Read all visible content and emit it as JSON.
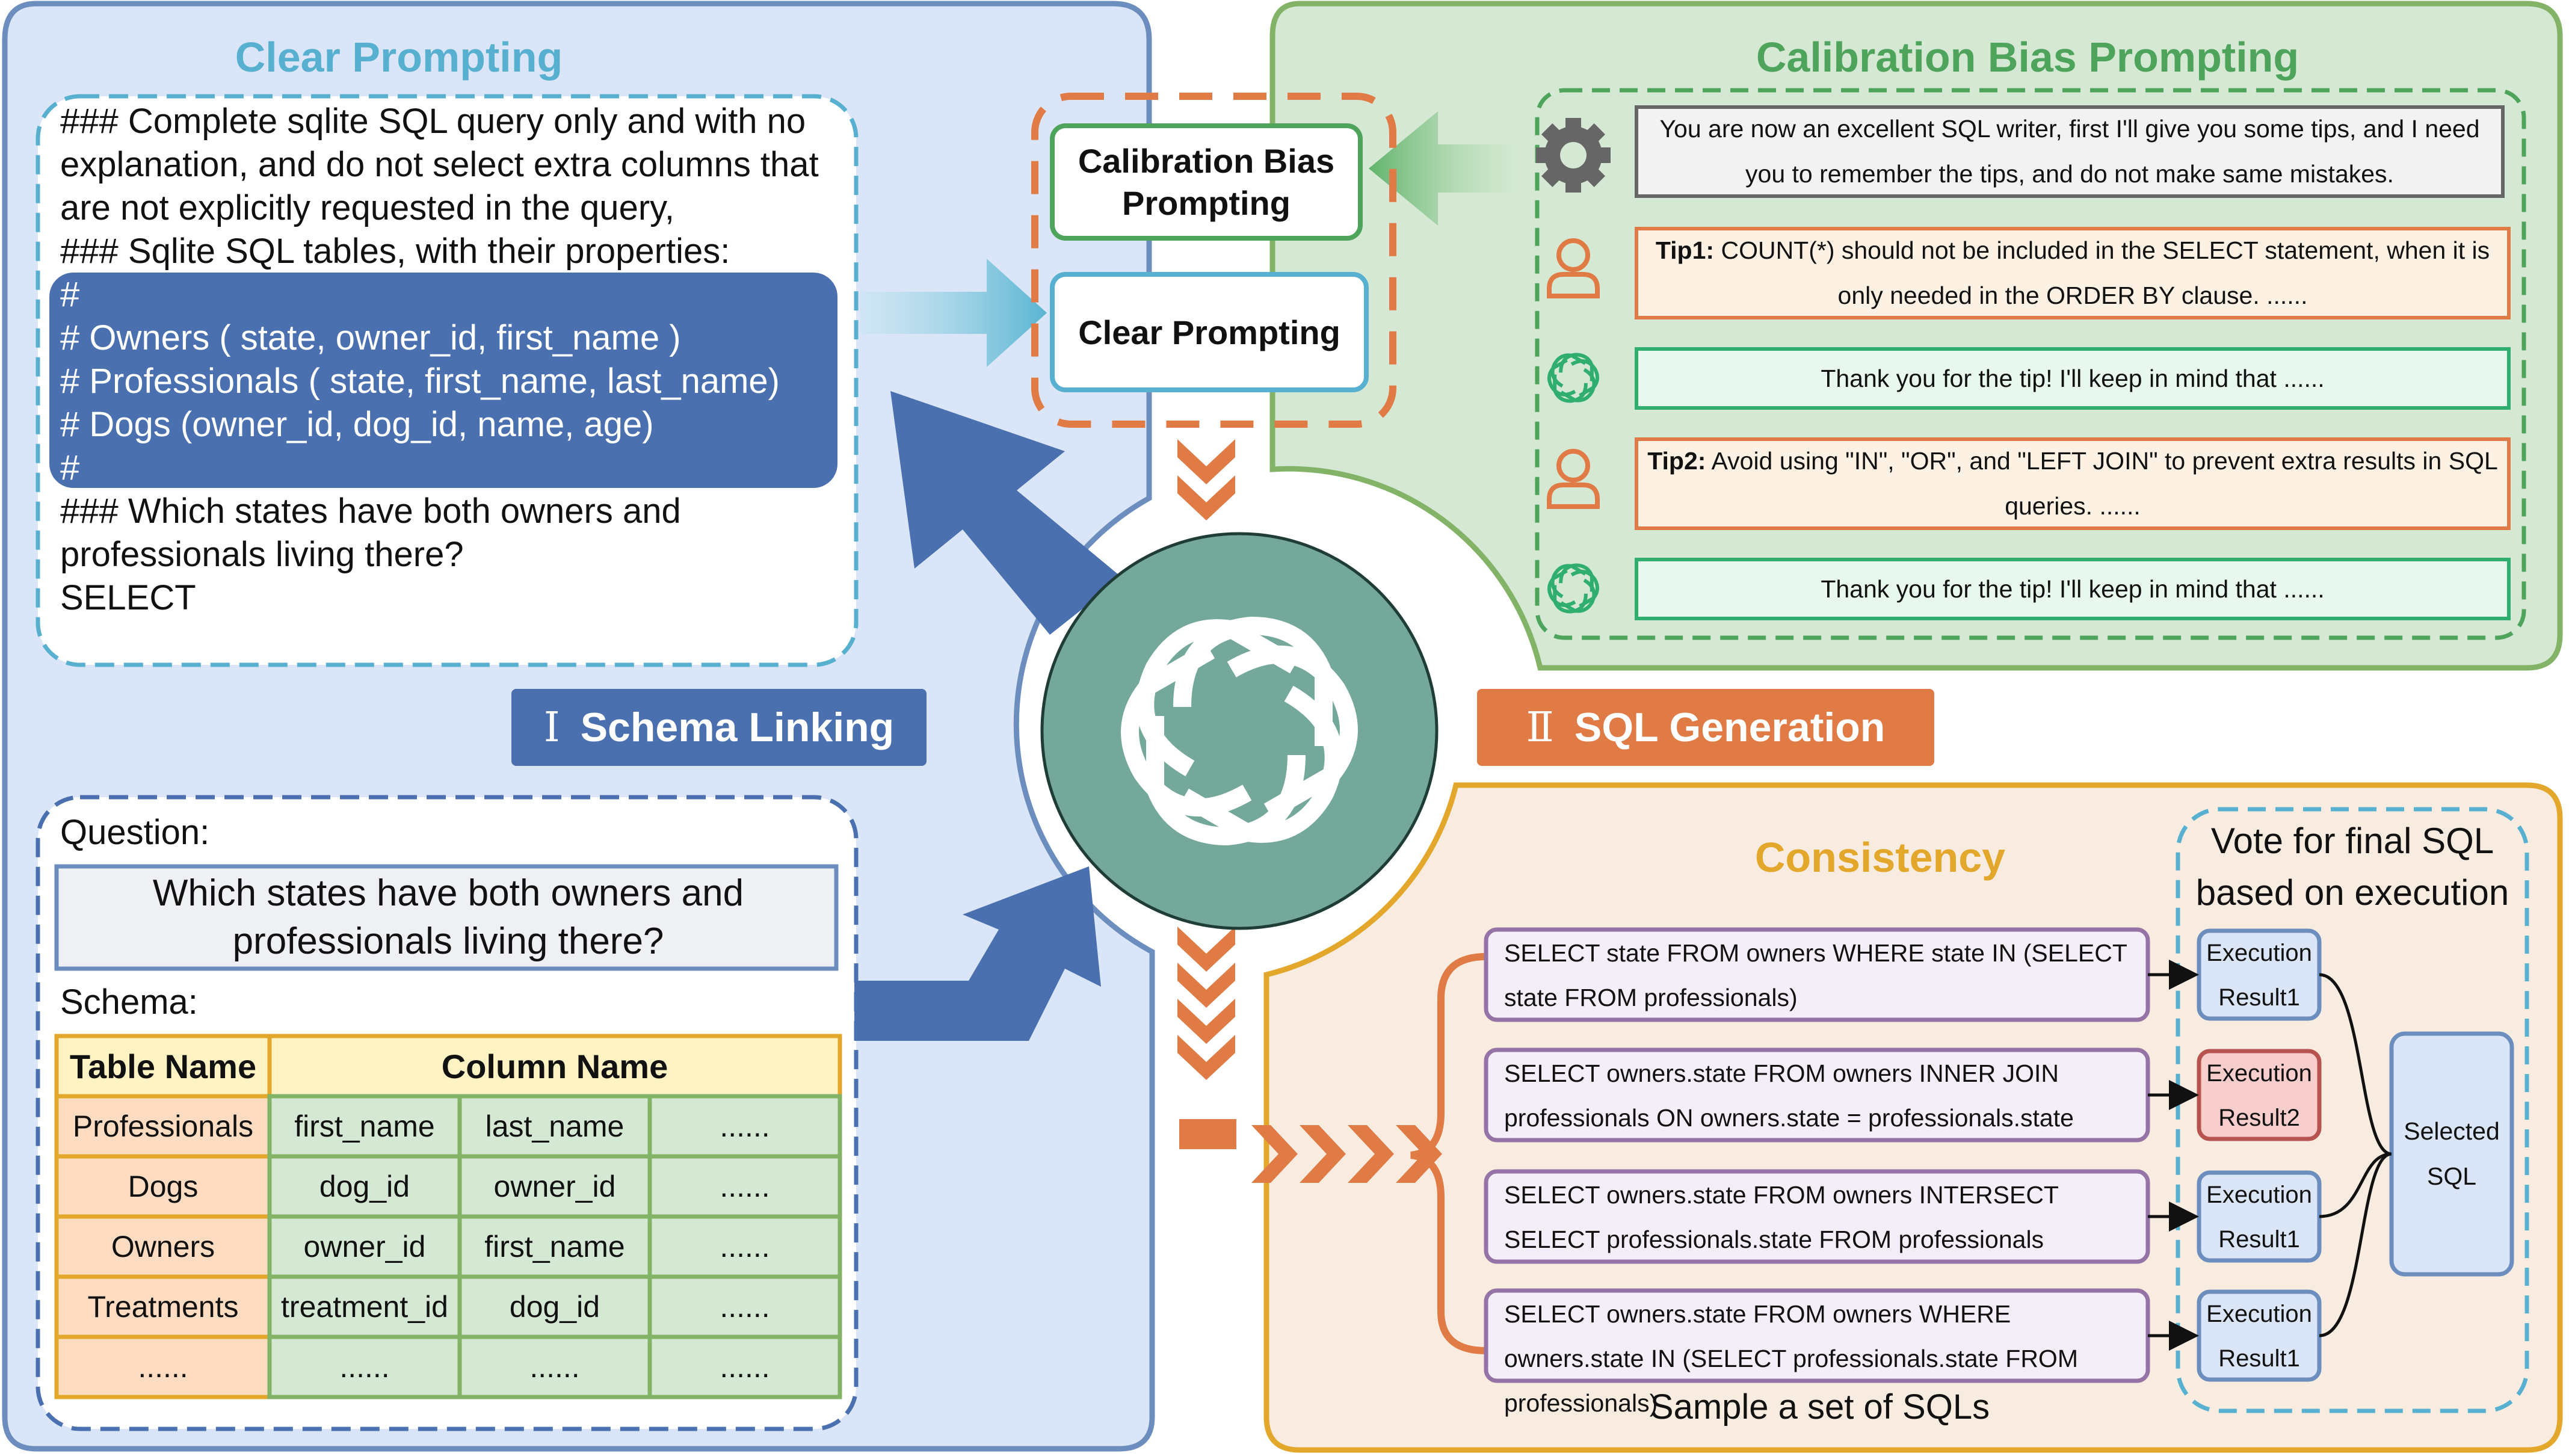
{
  "colors": {
    "blue_panel": "#dae6f8",
    "blue_border": "#6c8ebf",
    "blue_dark": "#4a70b0",
    "green_panel": "#d5e8d4",
    "green_border": "#82b366",
    "orange_panel": "#f8ece0",
    "orange_border": "#e2a72b",
    "orange_accent": "#e07b45",
    "teal_logo": "#74a89a",
    "teal_title": "#58b0d0",
    "purple_border": "#9673a6"
  },
  "clear_prompting": {
    "title": "Clear Prompting",
    "lines": [
      "### Complete sqlite SQL query only and with no",
      "explanation, and do not select extra columns that",
      "are not explicitly requested in the query,",
      "### Sqlite SQL tables, with their properties:"
    ],
    "schema_lines": [
      "#",
      "# Owners ( state, owner_id, first_name )",
      "# Professionals ( state, first_name, last_name)",
      "# Dogs (owner_id, dog_id, name, age)",
      "#"
    ],
    "question_lines": [
      "### Which states have both owners and",
      "professionals living there?",
      "SELECT"
    ]
  },
  "schema_linking": {
    "roman": "Ⅰ",
    "label": "Schema Linking",
    "question_label": "Question:",
    "question_text": "Which states have both owners and professionals living there?",
    "schema_label": "Schema:",
    "table": {
      "headers": [
        "Table Name",
        "Column Name"
      ],
      "rows": [
        [
          "Professionals",
          "first_name",
          "last_name",
          "......"
        ],
        [
          "Dogs",
          "dog_id",
          "owner_id",
          "......"
        ],
        [
          "Owners",
          "owner_id",
          "first_name",
          "......"
        ],
        [
          "Treatments",
          "treatment_id",
          "dog_id",
          "......"
        ],
        [
          "......",
          "......",
          "......",
          "......"
        ]
      ]
    }
  },
  "center": {
    "box_cbp": "Calibration Bias Prompting",
    "box_cp": "Clear Prompting",
    "logo_icon": "openai-logo-icon"
  },
  "calibration": {
    "title": "Calibration Bias Prompting",
    "system_msg": "You are now an excellent SQL writer, first I'll give you some tips, and I need you to remember the tips, and do not make same mistakes.",
    "tip1_label": "Tip1:",
    "tip1_text": " COUNT(*) should not be included in the SELECT statement, when it is only needed in the ORDER BY clause. ......",
    "reply1": "Thank you for the tip! I'll keep in mind that ......",
    "tip2_label": "Tip2:",
    "tip2_text": " Avoid using \"IN\", \"OR\", and \"LEFT JOIN\" to prevent extra results in SQL queries. ......",
    "reply2": "Thank you for the tip! I'll keep in mind that ......",
    "icons": [
      "gear-icon",
      "user-icon",
      "openai-icon"
    ]
  },
  "sql_generation": {
    "roman": "Ⅱ",
    "label": "SQL Generation",
    "consistency_title": "Consistency",
    "vote_title": "Vote for final SQL based on execution",
    "sample_label": "Sample a set of SQLs",
    "sqls": [
      "SELECT state FROM owners WHERE state IN (SELECT state FROM professionals)",
      "SELECT owners.state FROM owners INNER JOIN professionals ON owners.state = professionals.state",
      "SELECT owners.state FROM owners INTERSECT SELECT professionals.state FROM professionals",
      "SELECT owners.state FROM owners WHERE owners.state IN (SELECT professionals.state FROM professionals)"
    ],
    "results": [
      {
        "top": "Execution",
        "bottom": "Result1"
      },
      {
        "top": "Execution",
        "bottom": "Result2"
      },
      {
        "top": "Execution",
        "bottom": "Result1"
      },
      {
        "top": "Execution",
        "bottom": "Result1"
      }
    ],
    "selected": "Selected SQL"
  }
}
